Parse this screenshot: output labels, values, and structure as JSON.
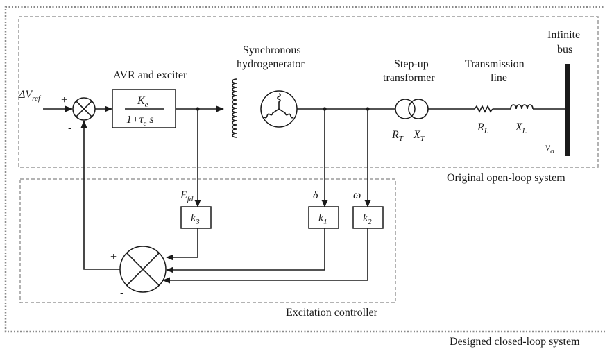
{
  "input": {
    "main": "ΔV",
    "sub": "ref"
  },
  "avr": {
    "label": "AVR and exciter",
    "num_main": "K",
    "num_sub": "e",
    "den_pre": "1+τ",
    "den_sub": "e",
    "den_post": " s"
  },
  "generator": {
    "line1": "Synchronous",
    "line2": "hydrogenerator"
  },
  "transformer": {
    "line1": "Step-up",
    "line2": "transformer",
    "r_main": "R",
    "r_sub": "T",
    "x_main": "X",
    "x_sub": "T"
  },
  "line": {
    "line1": "Transmission",
    "line2": "line",
    "r_main": "R",
    "r_sub": "L",
    "x_main": "X",
    "x_sub": "L"
  },
  "bus": {
    "line1": "Infinite",
    "line2": "bus",
    "v_main": "v",
    "v_sub": "o"
  },
  "signals": {
    "efd_main": "E",
    "efd_sub": "fd",
    "delta": "δ",
    "omega": "ω"
  },
  "gains": {
    "k3_main": "k",
    "k3_sub": "3",
    "k1_main": "k",
    "k1_sub": "1",
    "k2_main": "k",
    "k2_sub": "2"
  },
  "signs": {
    "plus_top": "+",
    "minus_top": "-",
    "plus_bottom": "+",
    "minus_bottom": "-"
  },
  "regions": {
    "open_loop": "Original open-loop system",
    "controller": "Excitation controller",
    "closed_loop": "Designed closed-loop system"
  }
}
